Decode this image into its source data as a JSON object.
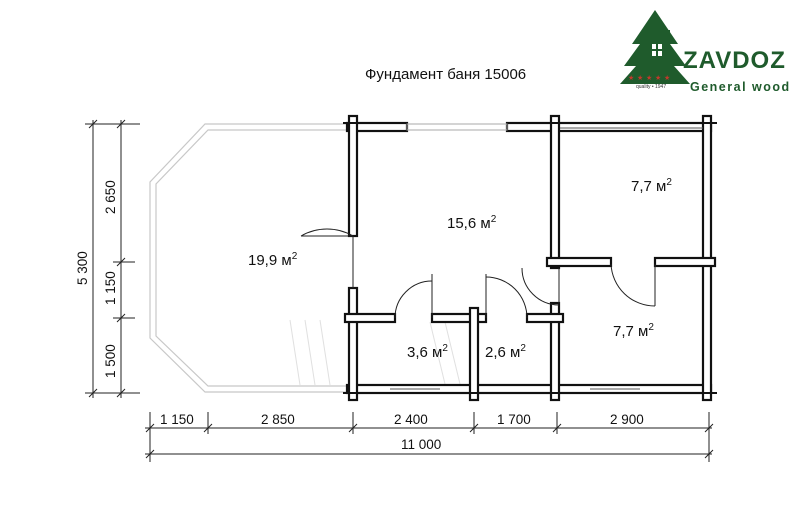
{
  "title": "Фундамент баня 15006",
  "logo": {
    "name": "ZAVDOZ",
    "tagline": "General wood",
    "since": "quality • 1947"
  },
  "rooms": [
    {
      "id": "terrace",
      "area": "19,9",
      "unit": "м"
    },
    {
      "id": "main",
      "area": "15,6",
      "unit": "м"
    },
    {
      "id": "room-top-right",
      "area": "7,7",
      "unit": "м"
    },
    {
      "id": "room-bottom-right",
      "area": "7,7",
      "unit": "м"
    },
    {
      "id": "room-small-1",
      "area": "3,6",
      "unit": "м"
    },
    {
      "id": "room-small-2",
      "area": "2,6",
      "unit": "м"
    }
  ],
  "dimensions": {
    "horizontal": [
      "1 150",
      "2 850",
      "2 400",
      "1 700",
      "2 900"
    ],
    "total_width": "11 000",
    "vertical": [
      "2 650",
      "1 150",
      "1 500"
    ],
    "total_height": "5 300"
  },
  "colors": {
    "wall": "#111111",
    "line": "#222222",
    "faint": "#bdbdbd",
    "brand": "#1f5b2c",
    "stars": "#c0392b"
  }
}
